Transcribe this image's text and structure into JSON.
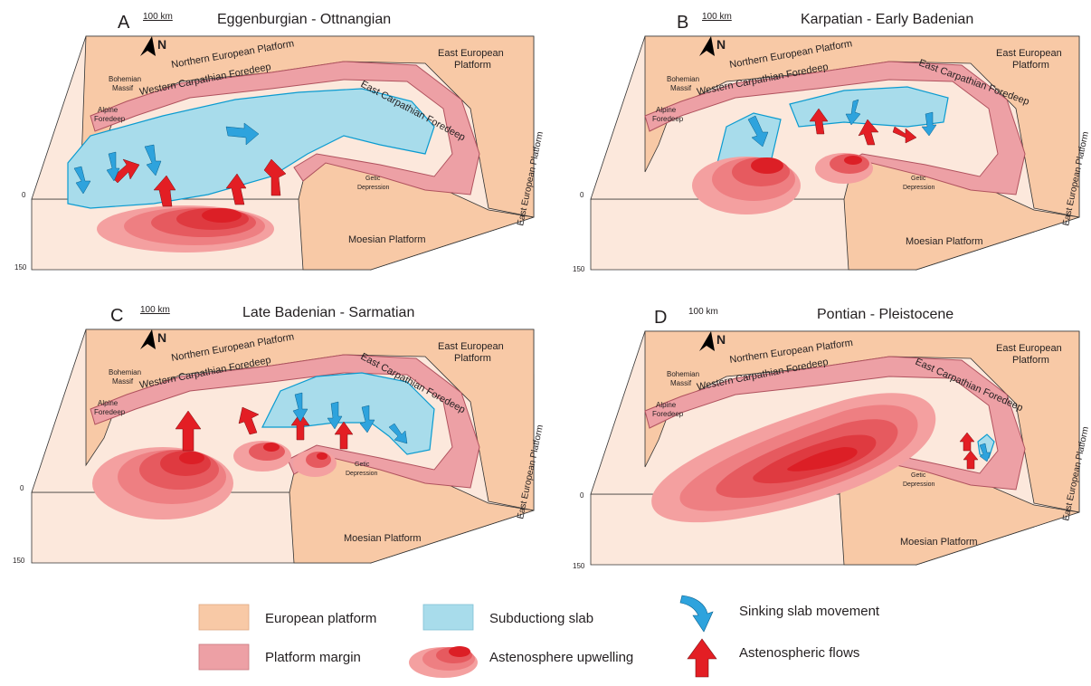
{
  "colors": {
    "european_platform": "#f8c9a6",
    "platform_margin": "#eda0a5",
    "platform_margin_stroke": "#b0525e",
    "subducting_slab": "#a8dceb",
    "slab_stroke": "#0a9bd0",
    "upwelling_light": "#f4a0a0",
    "upwelling_dark": "#dc1f26",
    "flow_arrow": "#e31e24",
    "sink_arrow": "#2ea3dd",
    "box_face": "#fce8dc"
  },
  "common": {
    "scale_label": "100 km",
    "north_label": "N",
    "depth_top": "0",
    "depth_bottom": "150",
    "regions": {
      "bohemian_line1": "Bohemian",
      "bohemian_line2": "Massif",
      "alpine_line1": "Alpine",
      "alpine_line2": "Foredeep",
      "northern_european": "Northern European Platform",
      "western_carpathian": "Western Carpathian Foredeep",
      "east_carpathian": "East Carpathian Foredeep",
      "east_european_line1": "East European",
      "east_european_line2": "Platform",
      "east_european_side": "East European Platform",
      "getic_line1": "Getic",
      "getic_line2": "Depression",
      "moesian": "Moesian Platform"
    }
  },
  "panels": [
    {
      "id": "A",
      "letter": "A",
      "title": "Eggenburgian - Ottnangian"
    },
    {
      "id": "B",
      "letter": "B",
      "title": "Karpatian - Early Badenian"
    },
    {
      "id": "C",
      "letter": "C",
      "title": "Late Badenian - Sarmatian"
    },
    {
      "id": "D",
      "letter": "D",
      "title": "Pontian - Pleistocene"
    }
  ],
  "legend": {
    "european_platform": "European platform",
    "platform_margin": "Platform margin",
    "subducting_slab": "Subductiong slab",
    "astenosphere_upwelling": "Astenosphere upwelling",
    "sinking_slab_movement": "Sinking slab movement",
    "astenospheric_flows": "Astenospheric flows"
  }
}
